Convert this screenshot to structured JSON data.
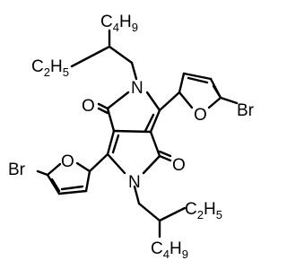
{
  "structure": {
    "atoms": {
      "n_top": "N",
      "n_bottom": "N",
      "o_top": "O",
      "o_bottom": "O",
      "o_furan_right": "O",
      "o_furan_left": "O",
      "br_right": "Br",
      "br_left": "Br"
    },
    "groups": {
      "c4h9_top": {
        "main": "C",
        "sub1": "4",
        "mid": "H",
        "sub2": "9"
      },
      "c2h5_top": {
        "main": "C",
        "sub1": "2",
        "mid": "H",
        "sub2": "5"
      },
      "c2h5_bottom": {
        "main": "C",
        "sub1": "2",
        "mid": "H",
        "sub2": "5"
      },
      "c4h9_bottom": {
        "main": "C",
        "sub1": "4",
        "mid": "H",
        "sub2": "9"
      }
    }
  }
}
